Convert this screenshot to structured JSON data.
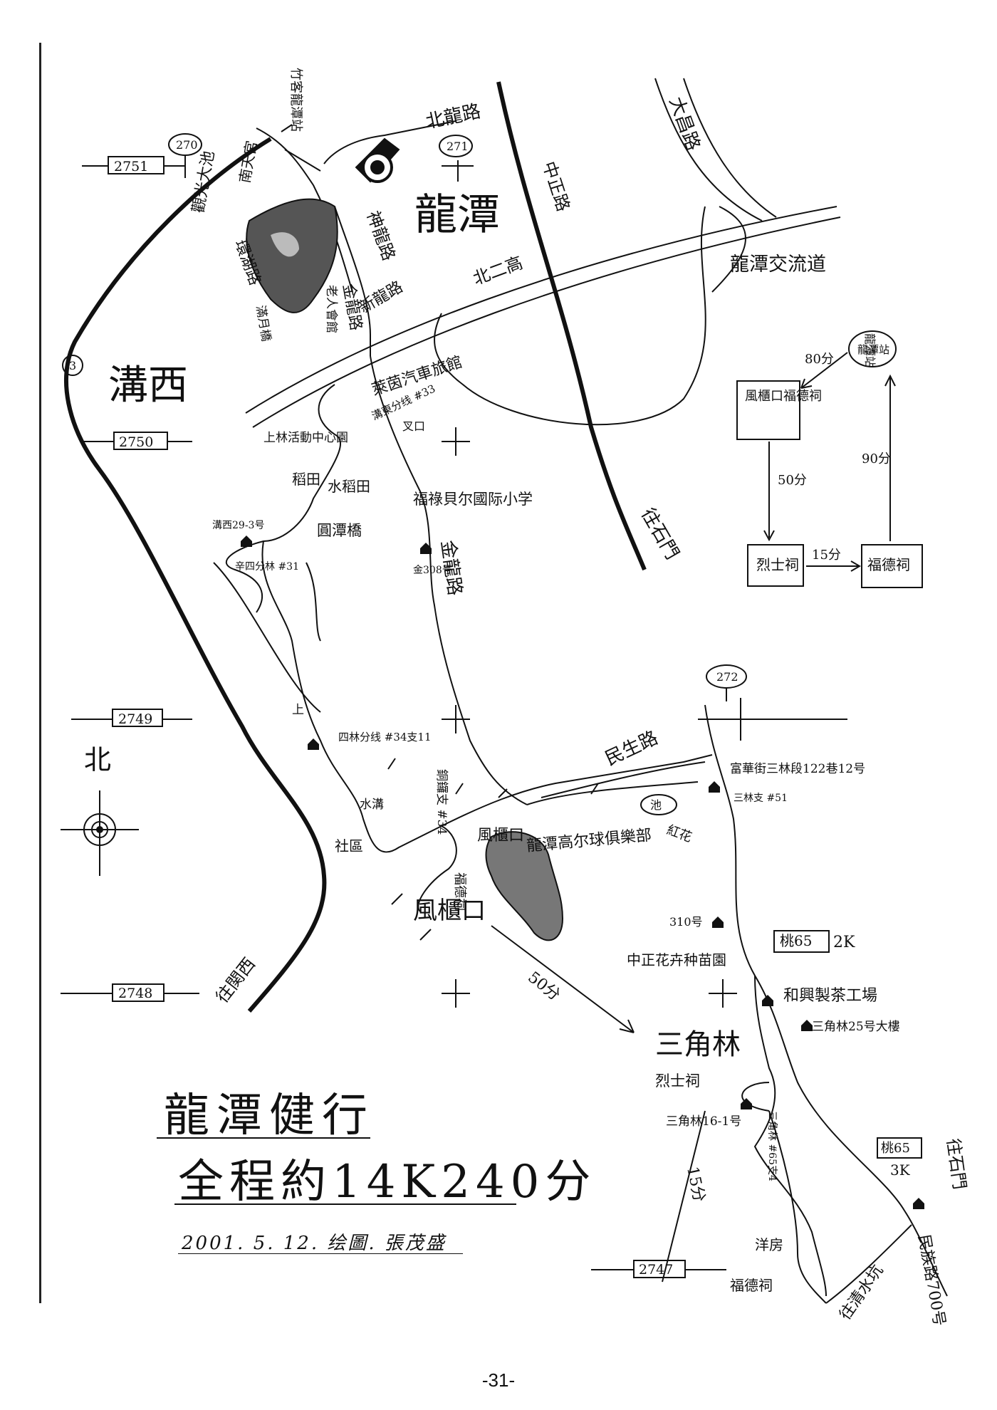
{
  "map": {
    "place": "龍潭",
    "area": "溝西",
    "north": "北",
    "roads": {
      "north_long": "北龍路",
      "shenlong": "神龍路",
      "jinlong_upper": "金龍路",
      "xinlong": "新龍路",
      "bei_er_gao": "北二高",
      "zhongzheng": "中正路",
      "dachang": "大昌路",
      "interchange": "龍潭交流道",
      "huanhu": "環湖路",
      "jinlong_lower": "金龍路",
      "minsheng": "民生路",
      "minzu": "民族路700号",
      "toward_guanxi": "往関西",
      "toward_shimen_1": "往石門",
      "toward_shimen_2": "往石門",
      "toward_qingshui": "往清水坑",
      "yeyinqiche": "萊茵汽車旅館",
      "zhuke": "竹客龍潭站"
    },
    "grid": {
      "r2751": "2751",
      "r2750": "2750",
      "r2749": "2749",
      "r2748": "2748",
      "r2747": "2747",
      "c270": "270",
      "c271": "271",
      "c272": "272",
      "route3": "3"
    },
    "labels": {
      "guanguang": "觀光大池",
      "nantian": "南天宮",
      "jiren": "老人會館",
      "manyue": "滿月橋",
      "shanglin": "上林活動中心園",
      "daotian": "稻田",
      "shuidaotian": "水稻田",
      "yuantan": "圓潭橋",
      "gouxi_29": "溝西29-3号",
      "xincuo": "辛四分林 #31",
      "fulu": "福祿貝尔國际小学",
      "jin308": "金308号",
      "goudong": "溝東分线 #33",
      "chakou": "叉口",
      "shang": "上",
      "si_lin": "四林分线 #34支11",
      "shuigou": "水溝",
      "shequ": "社區",
      "tongluo": "銅鑼支 #34",
      "fengguikou_small": "風櫃口",
      "fengguikou": "風櫃口",
      "fudeci": "福德祠",
      "golf": "龍潭高尔球俱樂部",
      "chi": "池",
      "honghua": "紅花",
      "fuxing": "富華街三林段122巷12号",
      "sanlinzhi": "三林支 #51",
      "hua310": "310号",
      "tao65_2k": "桃65",
      "k2": "2K",
      "zhongzheng_huahui": "中正花卉种苗園",
      "hexing": "和興製茶工場",
      "sanjiaolin_25": "三角林25号大樓",
      "sanjiaolin": "三角林",
      "lieshici": "烈士祠",
      "sanjiaolin_16": "三角林16-1号",
      "sanjiaolin_65": "三角林 #65支4",
      "tao65_3k": "桃65",
      "k3": "3K",
      "yangfang": "洋房",
      "fude_lower": "福德祠",
      "min50": "50分",
      "min15": "15分",
      "longtan_zhan_line": "龍潭站"
    }
  },
  "legend": {
    "station": "龍潭站",
    "fengguikou": "風櫃口福德祠",
    "lieshici": "烈士祠",
    "fudeci": "福德祠",
    "t80": "80分",
    "t50": "50分",
    "t90": "90分",
    "t15": "15分"
  },
  "title": {
    "line1": "龍潭健行",
    "line2": "全程約14K240分",
    "signature": "2001. 5. 12. 绘圖. 張茂盛"
  },
  "page_number": "-31-"
}
